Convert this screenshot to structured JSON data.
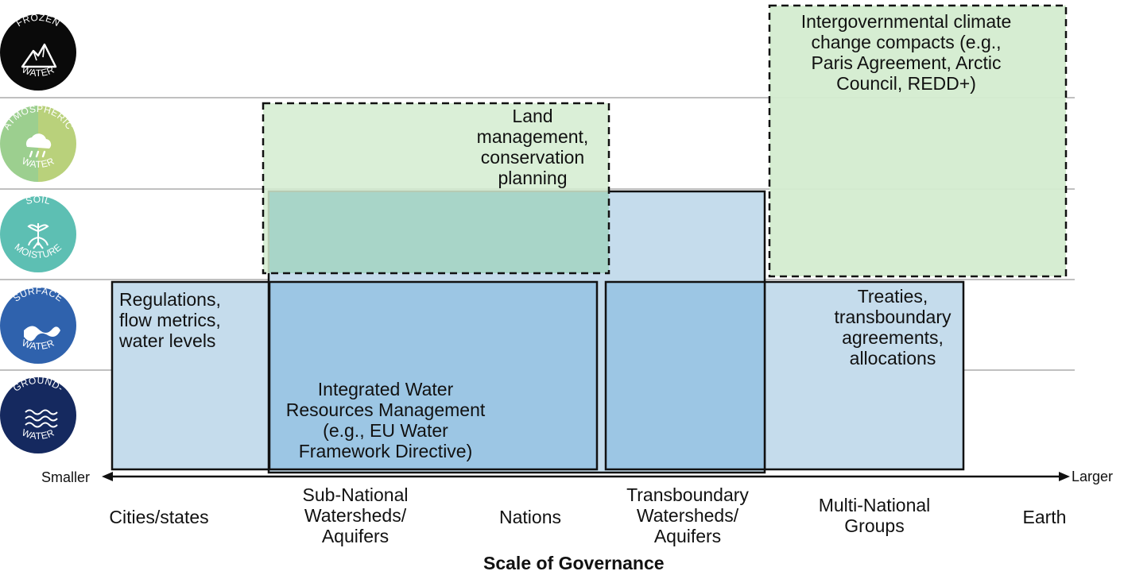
{
  "water_types": [
    {
      "top": "FROZEN",
      "bottom": "WATER",
      "color": "#0a0a0a",
      "icon": "mountain-icon"
    },
    {
      "top": "ATMOSPHERIC",
      "bottom": "WATER",
      "color": "#a8cf8a",
      "color2": "#7fc28a",
      "icon": "cloud-rain-icon"
    },
    {
      "top": "SOIL",
      "bottom": "MOISTURE",
      "color": "#5dbfb3",
      "icon": "plant-roots-icon"
    },
    {
      "top": "SURFACE",
      "bottom": "WATER",
      "color": "#2f62ad",
      "icon": "river-icon"
    },
    {
      "top": "GROUND-",
      "bottom": "WATER",
      "color": "#15295f",
      "icon": "waves-icon"
    }
  ],
  "regions": {
    "intergovernmental": "Intergovernmental climate\nchange compacts (e.g.,\nParis Agreement, Arctic\nCouncil, REDD+)",
    "land_management": "Land\nmanagement,\nconservation\nplanning",
    "regulations": "Regulations,\nflow metrics,\nwater levels",
    "iwrm": "Integrated Water\nResources Management\n(e.g., EU Water\nFramework Directive)",
    "treaties": "Treaties,\ntransboundary\nagreements,\nallocations"
  },
  "axis": {
    "smaller": "Smaller",
    "larger": "Larger",
    "title": "Scale of Governance",
    "categories": [
      "Cities/states",
      "Sub-National\nWatersheds/\nAquifers",
      "Nations",
      "Transboundary\nWatersheds/\nAquifers",
      "Multi-National\nGroups",
      "Earth"
    ]
  },
  "colors": {
    "green_fill": "#d4ecd0",
    "blue_light": "#c5dcec",
    "blue_mid": "#9cc6e4",
    "teal_overlap": "#a8d5c8",
    "row_line": "#c0c0c0"
  }
}
